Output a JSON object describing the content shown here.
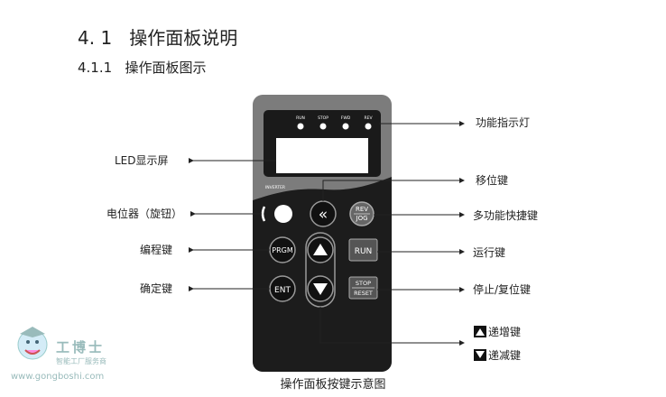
{
  "heading": {
    "number": "4. 1",
    "title": "操作面板说明"
  },
  "subheading": {
    "number": "4.1.1",
    "title": "操作面板图示"
  },
  "panel": {
    "leds": [
      "RUN",
      "STOP",
      "FWD",
      "REV"
    ],
    "brand_text": "INVERTER",
    "keys": {
      "shift": "«",
      "rev": "REV",
      "jog": "JOG",
      "prgm": "PRGM",
      "run": "RUN",
      "ent": "ENT",
      "stop": "STOP",
      "reset": "RESET"
    }
  },
  "callouts_left": {
    "led_screen": "LED显示屏",
    "potentiometer": "电位器（旋钮）",
    "program_key": "编程键",
    "confirm_key": "确定键"
  },
  "callouts_right": {
    "indicator": "功能指示灯",
    "shift_key": "移位键",
    "multi_key": "多功能快捷键",
    "run_key": "运行键",
    "stop_reset_key": "停止/复位键",
    "up_key": "递增键",
    "down_key": "递减键"
  },
  "caption": "操作面板按键示意图",
  "watermark": {
    "name": "工博士",
    "slogan": "智能工厂服务商",
    "url": "www.gongboshi.com"
  },
  "colors": {
    "panel_black": "#1c1c1c",
    "panel_gray": "#7c7c7c",
    "key_gray": "#5a5a5a"
  }
}
